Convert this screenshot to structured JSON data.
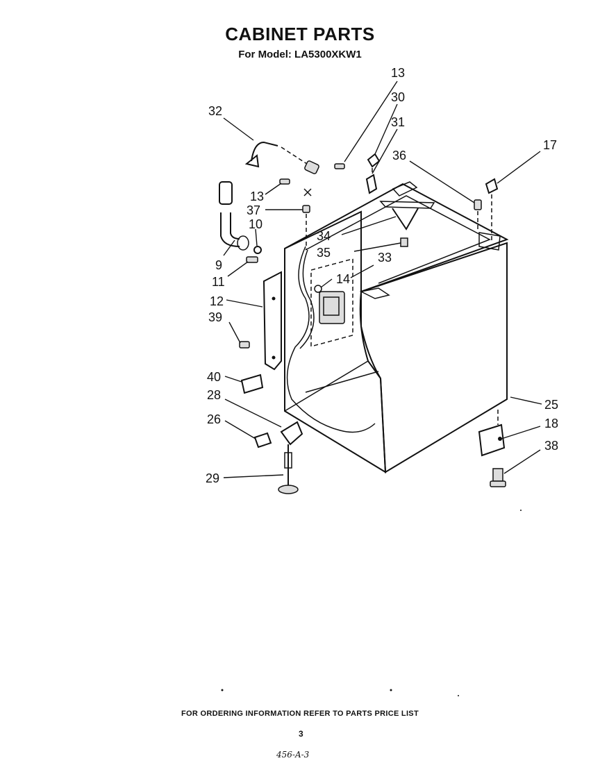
{
  "header": {
    "title": "CABINET PARTS",
    "model_line": "For Model: LA5300XKW1"
  },
  "callouts": [
    {
      "id": "13a",
      "label": "13"
    },
    {
      "id": "30",
      "label": "30"
    },
    {
      "id": "31",
      "label": "31"
    },
    {
      "id": "32",
      "label": "32"
    },
    {
      "id": "36",
      "label": "36"
    },
    {
      "id": "17",
      "label": "17"
    },
    {
      "id": "13b",
      "label": "13"
    },
    {
      "id": "37",
      "label": "37"
    },
    {
      "id": "10",
      "label": "10"
    },
    {
      "id": "34",
      "label": "34"
    },
    {
      "id": "35",
      "label": "35"
    },
    {
      "id": "9",
      "label": "9"
    },
    {
      "id": "33",
      "label": "33"
    },
    {
      "id": "14",
      "label": "14"
    },
    {
      "id": "11",
      "label": "11"
    },
    {
      "id": "12",
      "label": "12"
    },
    {
      "id": "39",
      "label": "39"
    },
    {
      "id": "40",
      "label": "40"
    },
    {
      "id": "28",
      "label": "28"
    },
    {
      "id": "26",
      "label": "26"
    },
    {
      "id": "25",
      "label": "25"
    },
    {
      "id": "18",
      "label": "18"
    },
    {
      "id": "38",
      "label": "38"
    },
    {
      "id": "29",
      "label": "29"
    }
  ],
  "footer": {
    "note": "FOR ORDERING INFORMATION REFER TO PARTS PRICE LIST",
    "page_number": "3",
    "code": "456-A-3"
  }
}
